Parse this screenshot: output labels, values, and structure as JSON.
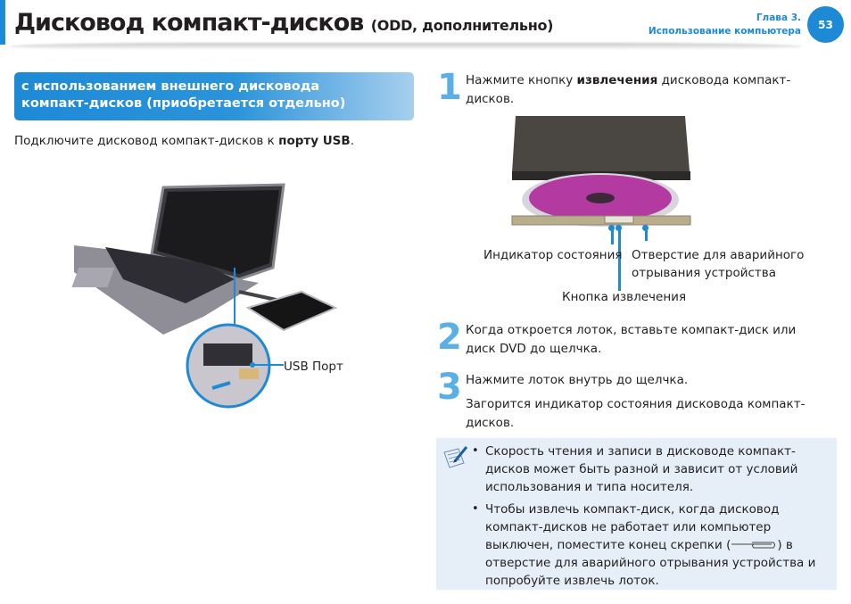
{
  "header": {
    "title": "Дисковод компакт-дисков",
    "title_suffix": "(ODD, дополнительно)",
    "chapter_line1": "Глава 3.",
    "chapter_line2": "Использование компьютера",
    "page_number": "53",
    "accent_color": "#1e8ad6"
  },
  "left": {
    "section_title_line1": "с использованием внешнего дисковода",
    "section_title_line2": "компакт-дисков (приобретается отдельно)",
    "intro_prefix": "Подключите дисковод компакт-дисков к ",
    "intro_bold": "порту USB",
    "intro_suffix": ".",
    "figure_label": "USB Порт"
  },
  "steps": [
    {
      "num": "1",
      "prefix": "Нажмите кнопку ",
      "bold": "извлечения",
      "suffix": " дисковода компакт-дисков."
    },
    {
      "num": "2",
      "text": "Когда откроется лоток, вставьте компакт-диск или диск DVD до щелчка."
    },
    {
      "num": "3",
      "text": "Нажмите лоток внутрь до щелчка.",
      "subtext": "Загорится индикатор состояния дисковода компакт-дисков."
    }
  ],
  "callouts": {
    "status_indicator": "Индикатор состояния",
    "emergency_hole_line1": "Отверстие для аварийного",
    "emergency_hole_line2": "отрывания устройства",
    "eject_button": "Кнопка извлечения"
  },
  "note": {
    "icon": "note-pencil-icon",
    "items": [
      "Скорость чтения и записи в дисководе компакт-дисков может быть разной и зависит от условий использования и типа носителя.",
      "Чтобы извлечь компакт-диск, когда дисковод компакт-дисков не работает или компьютер выключен, поместите конец скрепки (",
      ") в отверстие для аварийного отрывания устройства и попробуйте извлечь лоток."
    ],
    "bullet": "•"
  }
}
